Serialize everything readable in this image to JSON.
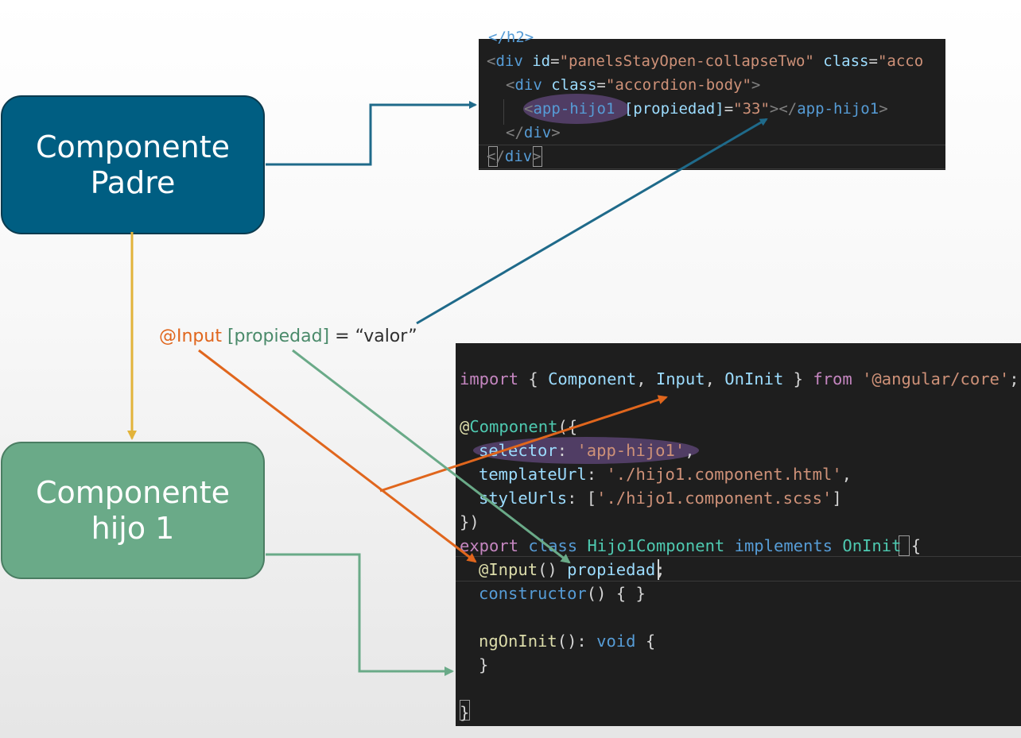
{
  "colors": {
    "padre_box": "#005e82",
    "hijo_box": "#6aaa88",
    "arrow_blue": "#1f6a8a",
    "arrow_yellow": "#e2b33a",
    "arrow_orange": "#e0661d",
    "arrow_green": "#6aaa88",
    "code_bg": "#1e1e1e"
  },
  "nodes": {
    "padre_label": "Componente\nPadre",
    "hijo_label": "Componente\nhijo 1"
  },
  "binding_label": {
    "input": "@Input",
    "property": "[propiedad]",
    "value": " = “valor”"
  },
  "html_code": {
    "line0": "</h2>",
    "line1_open": "<",
    "line1_tag": "div",
    "line1_attr1": " id",
    "line1_eq1": "=",
    "line1_val1": "\"panelsStayOpen-collapseTwo\"",
    "line1_attr2": " class",
    "line1_eq2": "=",
    "line1_val2": "\"acco",
    "line2_open": "<",
    "line2_tag": "div",
    "line2_attr": " class",
    "line2_eq": "=",
    "line2_val": "\"accordion-body\"",
    "line2_close": ">",
    "line3_open": "<",
    "line3_tag": "app-hijo1",
    "line3_attr": " [propiedad]",
    "line3_eq": "=",
    "line3_val": "\"33\"",
    "line3_close_open": "></",
    "line3_close_tag": "app-hijo1",
    "line3_close": ">",
    "line4_open": "</",
    "line4_tag": "div",
    "line4_close": ">",
    "line5_open": "</",
    "line5_tag": "div",
    "line5_close": ">"
  },
  "ts_code": {
    "l1_import": "import",
    "l1_open": " { ",
    "l1_component": "Component",
    "l1_c1": ", ",
    "l1_input": "Input",
    "l1_c2": ", ",
    "l1_oninit": "OnInit",
    "l1_close": " } ",
    "l1_from": "from",
    "l1_sp": " ",
    "l1_module": "'@angular/core'",
    "l1_semi": ";",
    "l3_at": "@",
    "l3_component": "Component",
    "l3_paren": "({",
    "l4_key": "selector",
    "l4_colon": ": ",
    "l4_val": "'app-hijo1'",
    "l4_comma": ",",
    "l5_key": "templateUrl",
    "l5_colon": ": ",
    "l5_val": "'./hijo1.component.html'",
    "l5_comma": ",",
    "l6_key": "styleUrls",
    "l6_colon": ": [",
    "l6_val": "'./hijo1.component.scss'",
    "l6_close": "]",
    "l7": "})",
    "l8_export": "export",
    "l8_class": " class ",
    "l8_name": "Hijo1Component",
    "l8_implements": " implements ",
    "l8_oninit": "OnInit",
    "l8_brace": " {",
    "l9_decorator": "@Input",
    "l9_parens": "() ",
    "l9_prop": "propiedad",
    "l9_semi": ";",
    "l10_ctor": "constructor",
    "l10_rest": "() { }",
    "l12_fn": "ngOnInit",
    "l12_sig": "(): ",
    "l12_void": "void",
    "l12_brace": " {",
    "l13": "}",
    "l15": "}"
  }
}
